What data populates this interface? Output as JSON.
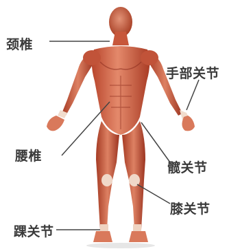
{
  "labels": {
    "neck": "颈椎",
    "wrist": "手部关节",
    "lumbar": "腰椎",
    "hip": "髋关节",
    "knee": "膝关节",
    "ankle": "踝关节"
  },
  "colors": {
    "muscle_light": "#e2876a",
    "muscle_mid": "#c65a3e",
    "muscle_dark": "#8e2f1f",
    "tendon": "#f3ddcf",
    "leader_line": "#444444",
    "label_text": "#3a3a3a"
  }
}
